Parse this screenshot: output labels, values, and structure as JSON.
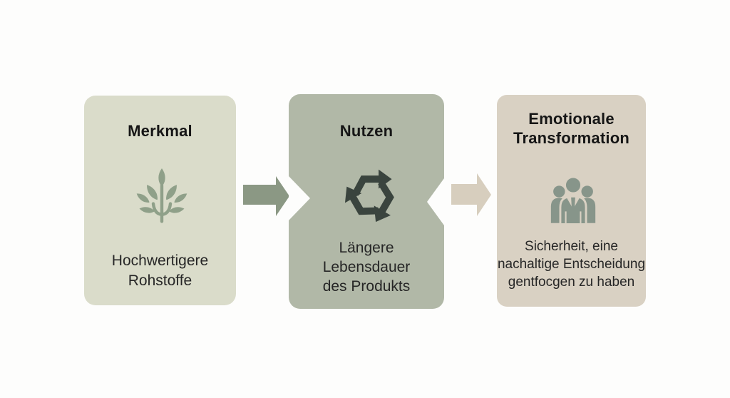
{
  "diagram": {
    "background_color": "#fdfdfc",
    "cards": [
      {
        "title": "Merkmal",
        "icon": "plant-icon",
        "icon_color": "#8fa089",
        "background_color": "#dadcca",
        "body_lines": [
          "Hochwertigere",
          "Rohstoffe"
        ]
      },
      {
        "title": "Nutzen",
        "icon": "recycle-icon",
        "icon_color": "#3a443e",
        "background_color": "#b1b8a7",
        "body_lines": [
          "Längere",
          "Lebensdauer",
          "des Produkts"
        ]
      },
      {
        "title_lines": [
          "Emotionale",
          "Transformation"
        ],
        "icon": "people-icon",
        "icon_color": "#87958a",
        "background_color": "#d9d1c3",
        "body_lines": [
          "Sicherheit, eine",
          "nachaltige Entscheidung",
          "gentfocgen zu haben"
        ]
      }
    ],
    "arrows": [
      {
        "name": "arrow-1",
        "direction": "right",
        "color": "#8b9884"
      },
      {
        "name": "arrow-2",
        "direction": "right",
        "color": "#d7cebe"
      }
    ]
  }
}
